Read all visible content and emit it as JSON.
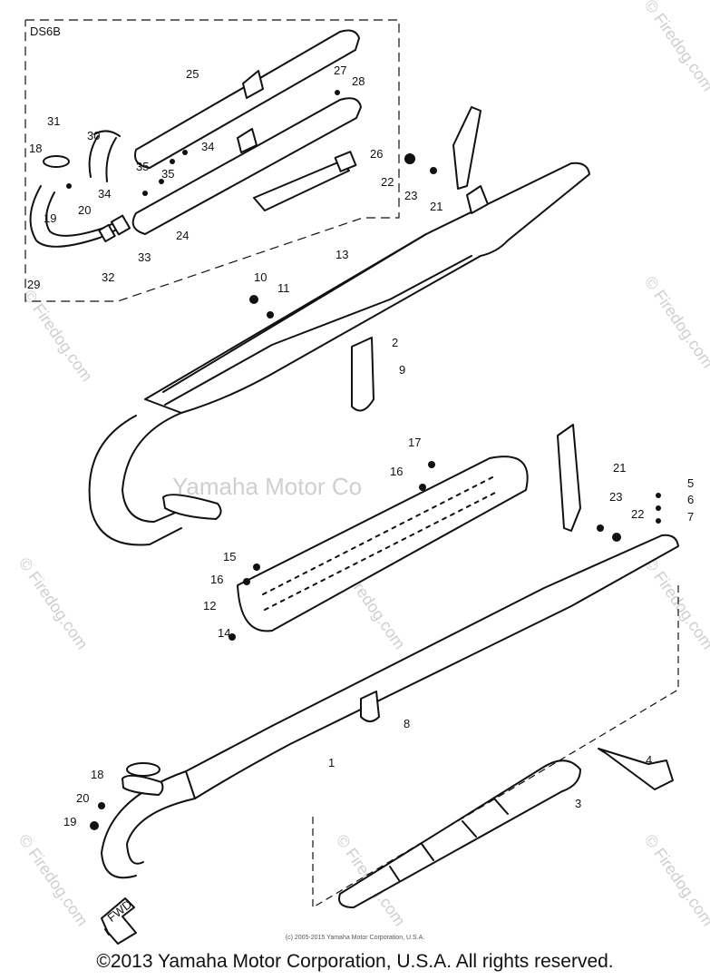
{
  "inset": {
    "model_label": "DS6B"
  },
  "watermark": {
    "center_text": "Yamaha Motor Co",
    "site_text": "© Firedog.com"
  },
  "labels": {
    "main": [
      "1",
      "2",
      "3",
      "4",
      "5",
      "6",
      "7",
      "8",
      "9",
      "10",
      "11",
      "12",
      "13",
      "14",
      "15",
      "16",
      "16",
      "17",
      "18",
      "19",
      "20",
      "21",
      "21",
      "22",
      "22",
      "23",
      "23"
    ],
    "inset": [
      "18",
      "19",
      "20",
      "24",
      "25",
      "26",
      "27",
      "28",
      "29",
      "30",
      "31",
      "32",
      "33",
      "34",
      "34",
      "35",
      "35"
    ]
  },
  "fwd_label": "FWD",
  "copyright_small": "(c) 2005-2015 Yamaha Motor Corporation, U.S.A.",
  "copyright": "©2013 Yamaha Motor Corporation, U.S.A. All rights reserved."
}
